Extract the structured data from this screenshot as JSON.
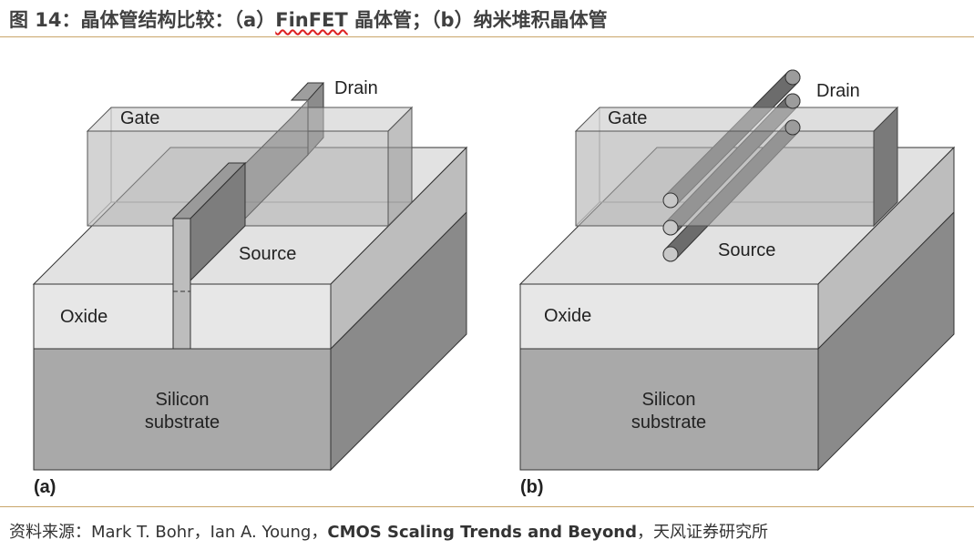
{
  "title": {
    "prefix": "图 14：晶体管结构比较：（a）",
    "highlight": "FinFET",
    "suffix": " 晶体管；（b）纳米堆积晶体管"
  },
  "figures": [
    {
      "tag": "(a)",
      "labels": {
        "gate": "Gate",
        "drain": "Drain",
        "source": "Source",
        "oxide": "Oxide",
        "substrate_line1": "Silicon",
        "substrate_line2": "substrate"
      }
    },
    {
      "tag": "(b)",
      "labels": {
        "gate": "Gate",
        "drain": "Drain",
        "source": "Source",
        "oxide": "Oxide",
        "substrate_line1": "Silicon",
        "substrate_line2": "substrate"
      }
    }
  ],
  "source": {
    "prefix": "资料来源：Mark T. Bohr，Ian A. Young，",
    "bold": "CMOS Scaling Trends and Beyond",
    "suffix": "，天风证券研究所"
  }
}
